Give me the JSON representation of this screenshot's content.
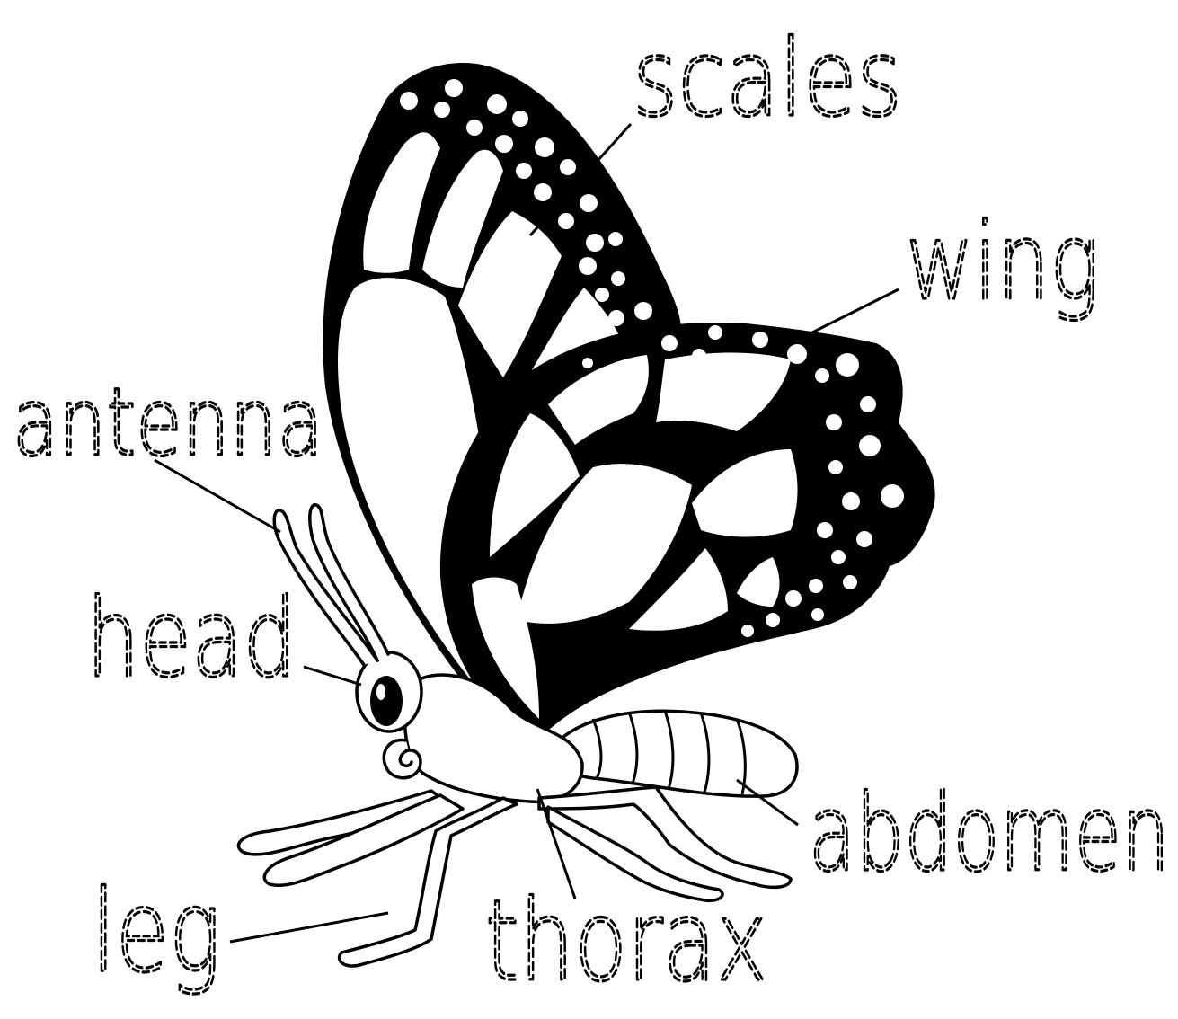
{
  "labels": {
    "scales": "scales",
    "wing": "wing",
    "antenna": "antenna",
    "head": "head",
    "abdomen": "abdomen",
    "leg": "leg",
    "thorax": "thorax"
  }
}
